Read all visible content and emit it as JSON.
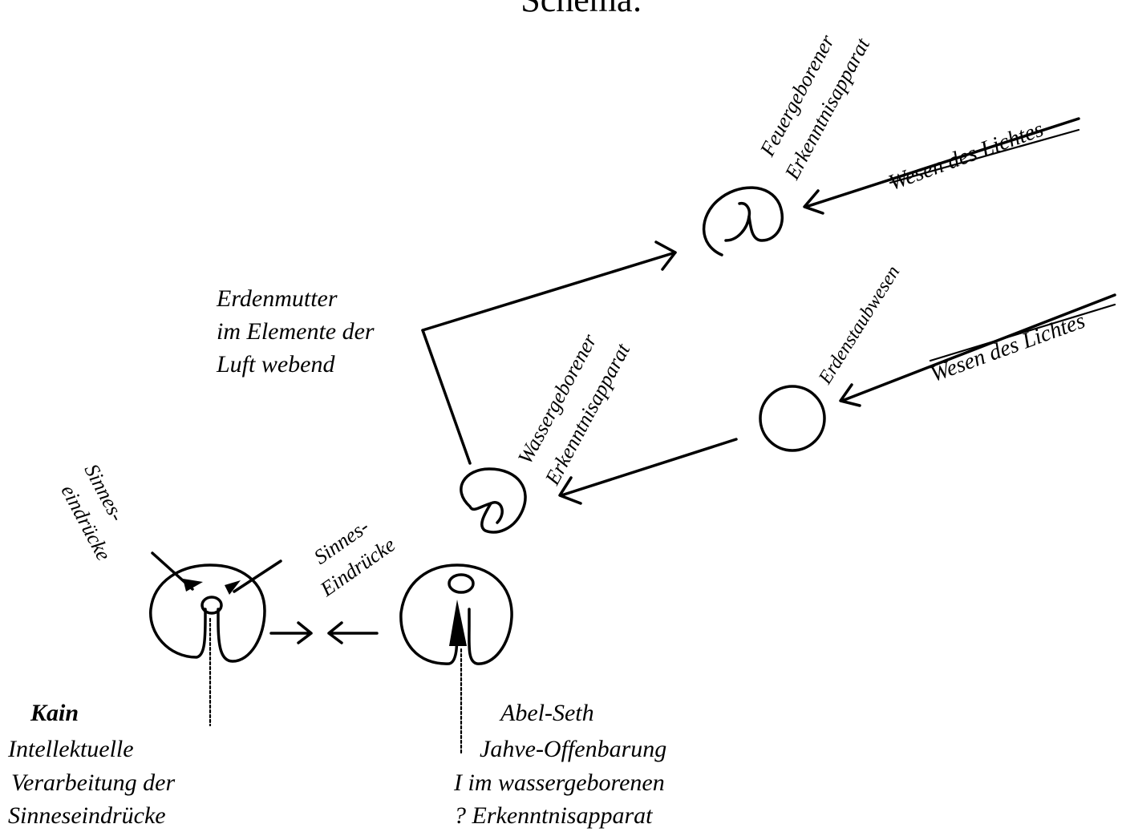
{
  "title": "Schema:",
  "labels": {
    "feuer_1": "Feuergeborener",
    "feuer_2": "Erkenntnisapparat",
    "wesen_top": "Wesen des Lichtes",
    "wesen_mid": "Wesen des Lichtes",
    "erdenstaub": "Erdenstaubwesen",
    "erdenmutter_1": "Erdenmutter",
    "erdenmutter_2": "im Elemente der",
    "erdenmutter_3": "Luft webend",
    "wasser_1": "Wassergeborener",
    "wasser_2": "Erkenntnisapparat",
    "sinnes_left_1": "Sinnes-",
    "sinnes_left_2": "eindrücke",
    "sinnes_right_1": "Sinnes-",
    "sinnes_right_2": "Eindrücke",
    "kain": "Kain",
    "kain_1": "Intellektuelle",
    "kain_2": "Verarbeitung der",
    "kain_3": "Sinneseindrücke",
    "abel": "Abel-Seth",
    "abel_1": "Jahve-Offenbarung",
    "abel_2": "I im wassergeborenen",
    "abel_3": "? Erkenntnisapparat"
  }
}
